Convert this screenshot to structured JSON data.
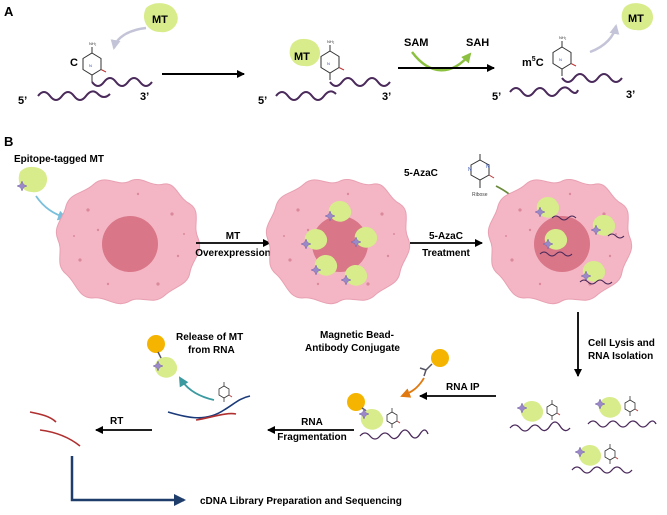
{
  "panel_a": {
    "label": "A",
    "mt": "MT",
    "c": "C",
    "five_prime": "5’",
    "three_prime": "3’",
    "sam": "SAM",
    "sah": "SAH",
    "m5c": "m",
    "m5c_sup": "5",
    "m5c_end": "C"
  },
  "panel_b": {
    "label": "B",
    "epitope_tagged_mt": "Epitope-tagged MT",
    "azac": "5-AzaC",
    "ribose": "Ribose",
    "step_mt_overexpression_1": "MT",
    "step_mt_overexpression_2": "Overexpression",
    "step_azac_treatment_1": "5-AzaC",
    "step_azac_treatment_2": "Treatment",
    "step_lysis_1": "Cell Lysis and",
    "step_lysis_2": "RNA Isolation",
    "step_rna_ip": "RNA IP",
    "magnetic_bead_1": "Magnetic Bead-",
    "magnetic_bead_2": "Antibody  Conjugate",
    "step_fragmentation_1": "RNA",
    "step_fragmentation_2": "Fragmentation",
    "release_1": "Release of MT",
    "release_2": "from RNA",
    "step_rt": "RT",
    "final_step": "cDNA Library Preparation and Sequencing"
  },
  "colors": {
    "mt_blob": "#d8ec8c",
    "cell": "#f4b6c4",
    "nucleus": "#d97688",
    "rna_strand": "#4a2a5a",
    "bead": "#f5b400",
    "tag": "#9a88c8",
    "sam_arrow": "#8cc040",
    "azac_arrow": "#6a8a3a",
    "bead_arrow": "#e07a10",
    "release_arrow": "#3a9aa0",
    "fragment_red": "#b03030",
    "fragment_blue": "#1a3a7a",
    "final_arrow": "#1e3d6b"
  }
}
